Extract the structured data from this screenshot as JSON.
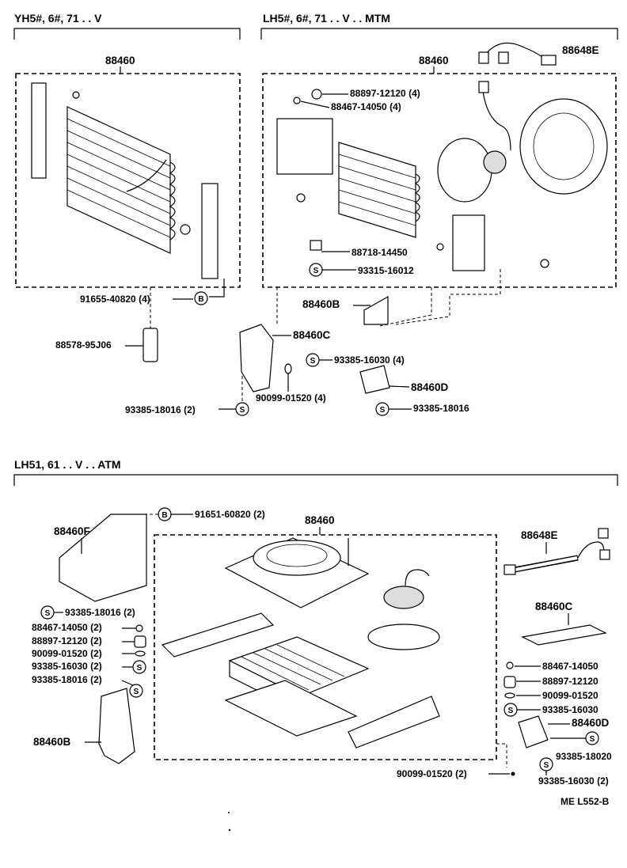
{
  "sections": {
    "top_left": {
      "title": "YH5#, 6#, 71 . . V"
    },
    "top_right": {
      "title": "LH5#, 6#, 71 . . V . . MTM"
    },
    "bottom": {
      "title": "LH51, 61 . . V . . ATM"
    }
  },
  "labels": {
    "tl_assy": "88460",
    "tl_bolt": "91655-40820 (4)",
    "tl_drier": "88578-95J06",
    "tr_assy": "88460",
    "tr_harness": "88648E",
    "tr_88897": "88897-12120 (4)",
    "tr_88467": "88467-14050 (4)",
    "tr_88718": "88718-14450",
    "tr_93315": "93315-16012",
    "tr_88460b": "88460B",
    "tr_88460c": "88460C",
    "tr_93385_16030": "93385-16030 (4)",
    "tr_90099": "90099-01520 (4)",
    "tr_88460d": "88460D",
    "tr_93385_18016": "93385-18016",
    "tr_93385_18016_2": "93385-18016 (2)",
    "b_91651": "91651-60820 (2)",
    "b_assy": "88460",
    "b_88460f": "88460F",
    "b_88648e": "88648E",
    "b_93385_18016_a": "93385-18016 (2)",
    "b_88467": "88467-14050 (2)",
    "b_88897": "88897-12120 (2)",
    "b_90099": "90099-01520 (2)",
    "b_93385_16030": "93385-16030 (2)",
    "b_93385_18016_b": "93385-18016 (2)",
    "b_88460b": "88460B",
    "b_88460c": "88460C",
    "b_r88467": "88467-14050",
    "b_r88897": "88897-12120",
    "b_r90099": "90099-01520",
    "b_r93385_16030": "93385-16030",
    "b_88460d": "88460D",
    "b_93385_18020": "93385-18020",
    "b_93385_16030_2": "93385-16030 (2)",
    "b_90099_bottom": "90099-01520 (2)"
  },
  "symbols": {
    "s": "S",
    "b": "B"
  },
  "footer": {
    "code": "ME  L552-B"
  }
}
